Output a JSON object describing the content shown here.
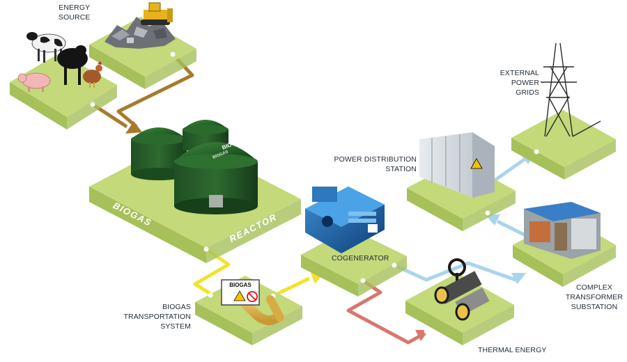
{
  "labels": {
    "energy_source": "ENERGY\nSOURCE",
    "external_power_grids": "EXTERNAL\nPOWER\nGRIDS",
    "power_distribution_station": "POWER DISTRIBUTION\nSTATION",
    "biogas_word": "BIOGAS",
    "reactor_word": "REACTOR",
    "cogenerator": "COGENERATOR",
    "complex_transformer_substation": "COMPLEX\nTRANSFORMER\nSUBSTATION",
    "biogas_transportation_system": "BIOGAS TRANSPORTATION\nSYSTEM",
    "thermal_energy": "THERMAL ENERGY"
  },
  "reactor_logo": "BIOGEST",
  "reactor_logo_sub": "BIOGAS",
  "biogas_sign": "BIOGAS",
  "colors": {
    "tile_top": "#c3d97a",
    "tile_side": "#a6c05a",
    "flow_organic": "#a87a2c",
    "flow_gas": "#f2e32a",
    "flow_heat": "#d9766e",
    "flow_power": "#a9d4ec"
  }
}
